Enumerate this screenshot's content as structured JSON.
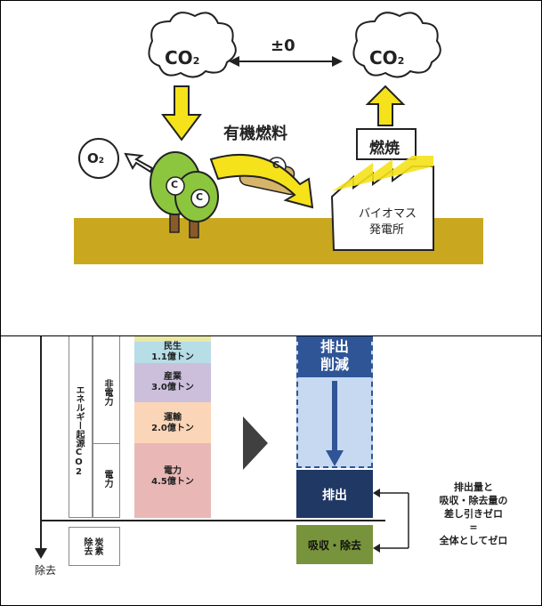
{
  "top": {
    "co2_left": "CO2",
    "co2_right": "CO2",
    "balance": "±0",
    "o2": "O2",
    "carbon": "C",
    "fossil_fuel": "有機燃料",
    "combustion": "燃焼",
    "plant_line1": "バイオマス",
    "plant_line2": "発電所"
  },
  "bottom": {
    "energy_label": "エネルギー起源CO2",
    "non_power_label": "非電力",
    "power_label": "電力",
    "removal_box": "炭素除去",
    "axis_label": "除去",
    "sectors": [
      {
        "name": "民生",
        "value": "1.1億トン",
        "color": "#b7dde6"
      },
      {
        "name": "産業",
        "value": "3.0億トン",
        "color": "#cbbfdc"
      },
      {
        "name": "運輸",
        "value": "2.0億トン",
        "color": "#fbd5b7"
      },
      {
        "name": "電力",
        "value": "4.5億トン",
        "color": "#e9b8b6"
      }
    ],
    "top_strip_color": "#e8e9a8",
    "reduction_label": "排出削減",
    "emission_label": "排出",
    "absorption_label": "吸収・除去",
    "note_line1": "排出量と",
    "note_line2": "吸収・除去量の",
    "note_line3": "差し引きゼロ",
    "note_line4": "=",
    "note_line5": "全体としてゼロ",
    "colors": {
      "reduction_fill": "#c6d9f1",
      "emission_fill": "#1f3864",
      "absorption_fill": "#77933c",
      "arrow_blue": "#2f5597"
    }
  }
}
